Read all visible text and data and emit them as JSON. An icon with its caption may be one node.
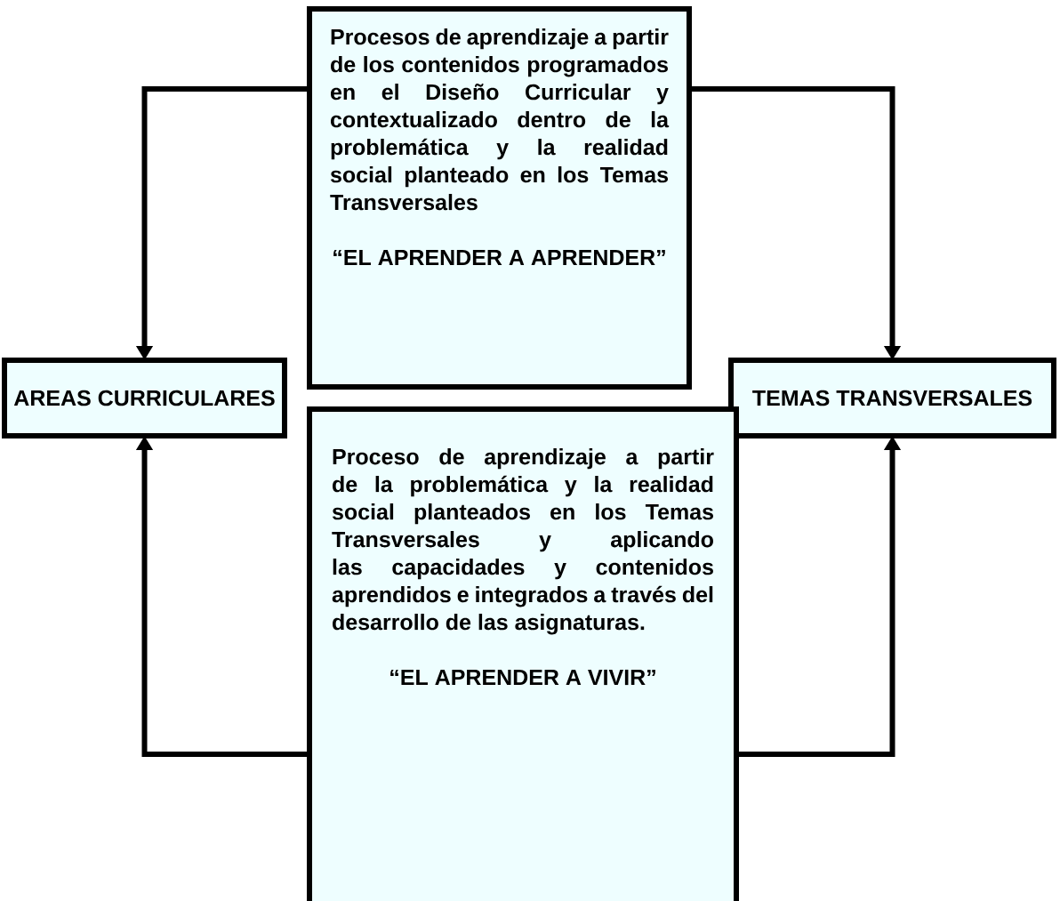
{
  "diagram": {
    "nodes": [
      {
        "text": [
          "Procesos de aprendizaje a partir de los contenidos programados en el Diseño Curricular y contextualizado dentro de la problemática y la realidad social planteado en los Temas Transversales",
          "“EL APRENDER A APRENDER”"
        ]
      },
      {
        "text": [
          "AREAS CURRICULARES"
        ]
      },
      {
        "text": [
          "TEMAS TRANSVERSALES"
        ]
      },
      {
        "text": [
          "Proceso de aprendizaje a partir de la problemática y la realidad social planteados en los Temas Transversales y aplicando las capacidades y contenidos aprendidos e integrados a través del desarrollo de las asignaturas.",
          "“EL APRENDER A VIVIR”"
        ]
      }
    ],
    "edges": [
      {
        "from": 0,
        "to": 1,
        "arrow": "to"
      },
      {
        "from": 0,
        "to": 2,
        "arrow": "to"
      },
      {
        "from": 3,
        "to": 1,
        "arrow": "to"
      },
      {
        "from": 3,
        "to": 2,
        "arrow": "to"
      }
    ]
  }
}
